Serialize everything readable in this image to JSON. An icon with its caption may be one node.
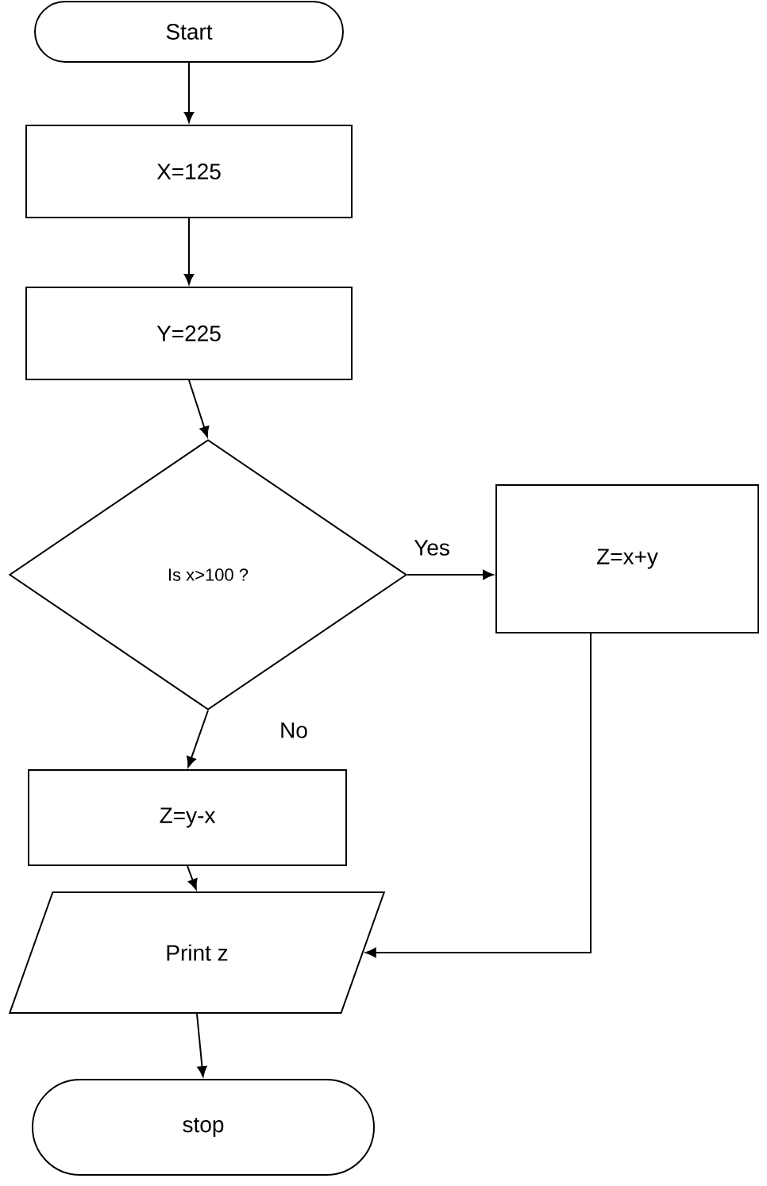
{
  "diagram": {
    "nodes": [
      {
        "text": [
          "Start"
        ]
      },
      {
        "text": [
          "X=125"
        ]
      },
      {
        "text": [
          "Y=225"
        ]
      },
      {
        "text": [
          "Is x>100 ?"
        ]
      },
      {
        "text": [
          "Z=x+y"
        ]
      },
      {
        "text": [
          "Z=y-x"
        ]
      },
      {
        "text": [
          "Print z"
        ]
      },
      {
        "text": [
          "stop"
        ]
      }
    ],
    "edges": [
      {
        "from": 0,
        "to": 1,
        "arrow": "to"
      },
      {
        "from": 1,
        "to": 2,
        "arrow": "to"
      },
      {
        "from": 2,
        "to": 3,
        "arrow": "to"
      },
      {
        "from": 3,
        "to": 4,
        "arrow": "to",
        "label": "Yes"
      },
      {
        "from": 3,
        "to": 5,
        "arrow": "to",
        "label": "No"
      },
      {
        "from": 5,
        "to": 6,
        "arrow": "to"
      },
      {
        "from": 4,
        "to": 6,
        "arrow": "to"
      },
      {
        "from": 6,
        "to": 7,
        "arrow": "to"
      }
    ]
  }
}
